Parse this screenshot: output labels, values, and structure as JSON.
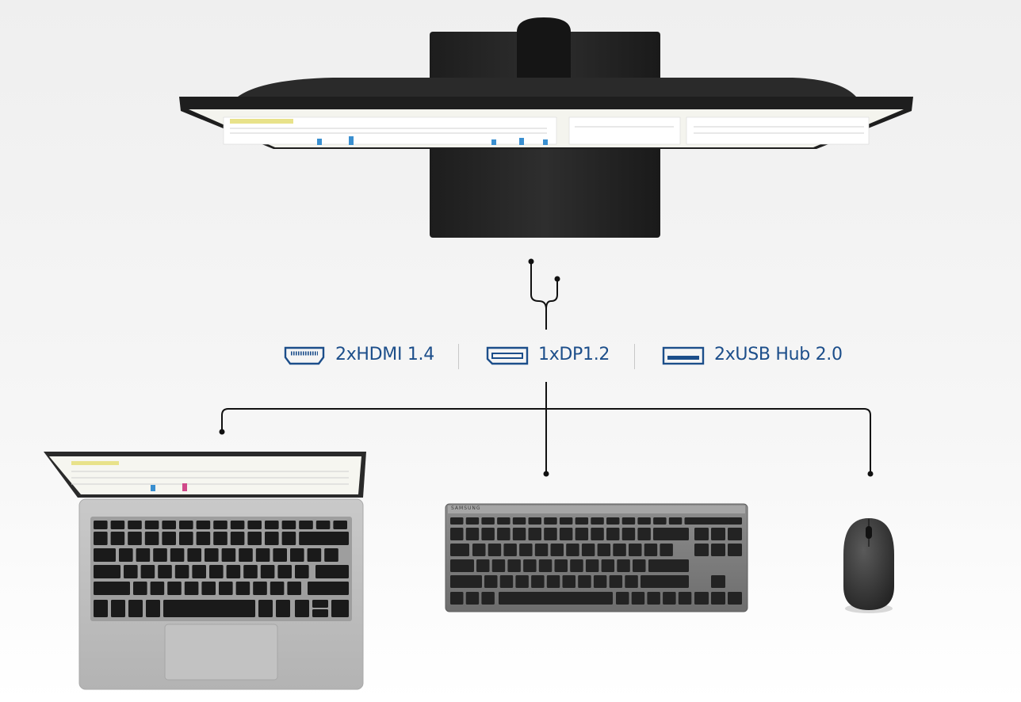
{
  "ports": [
    {
      "id": "hdmi",
      "label": "2xHDMI 1.4",
      "icon": "hdmi-port-icon"
    },
    {
      "id": "dp",
      "label": "1xDP1.2",
      "icon": "displayport-icon"
    },
    {
      "id": "usb",
      "label": "2xUSB Hub 2.0",
      "icon": "usb-port-icon"
    }
  ],
  "keyboard_brand": "SAMSUNG",
  "colors": {
    "accent": "#1c4e8a",
    "line": "#111111",
    "background": "#f2f2f2"
  }
}
